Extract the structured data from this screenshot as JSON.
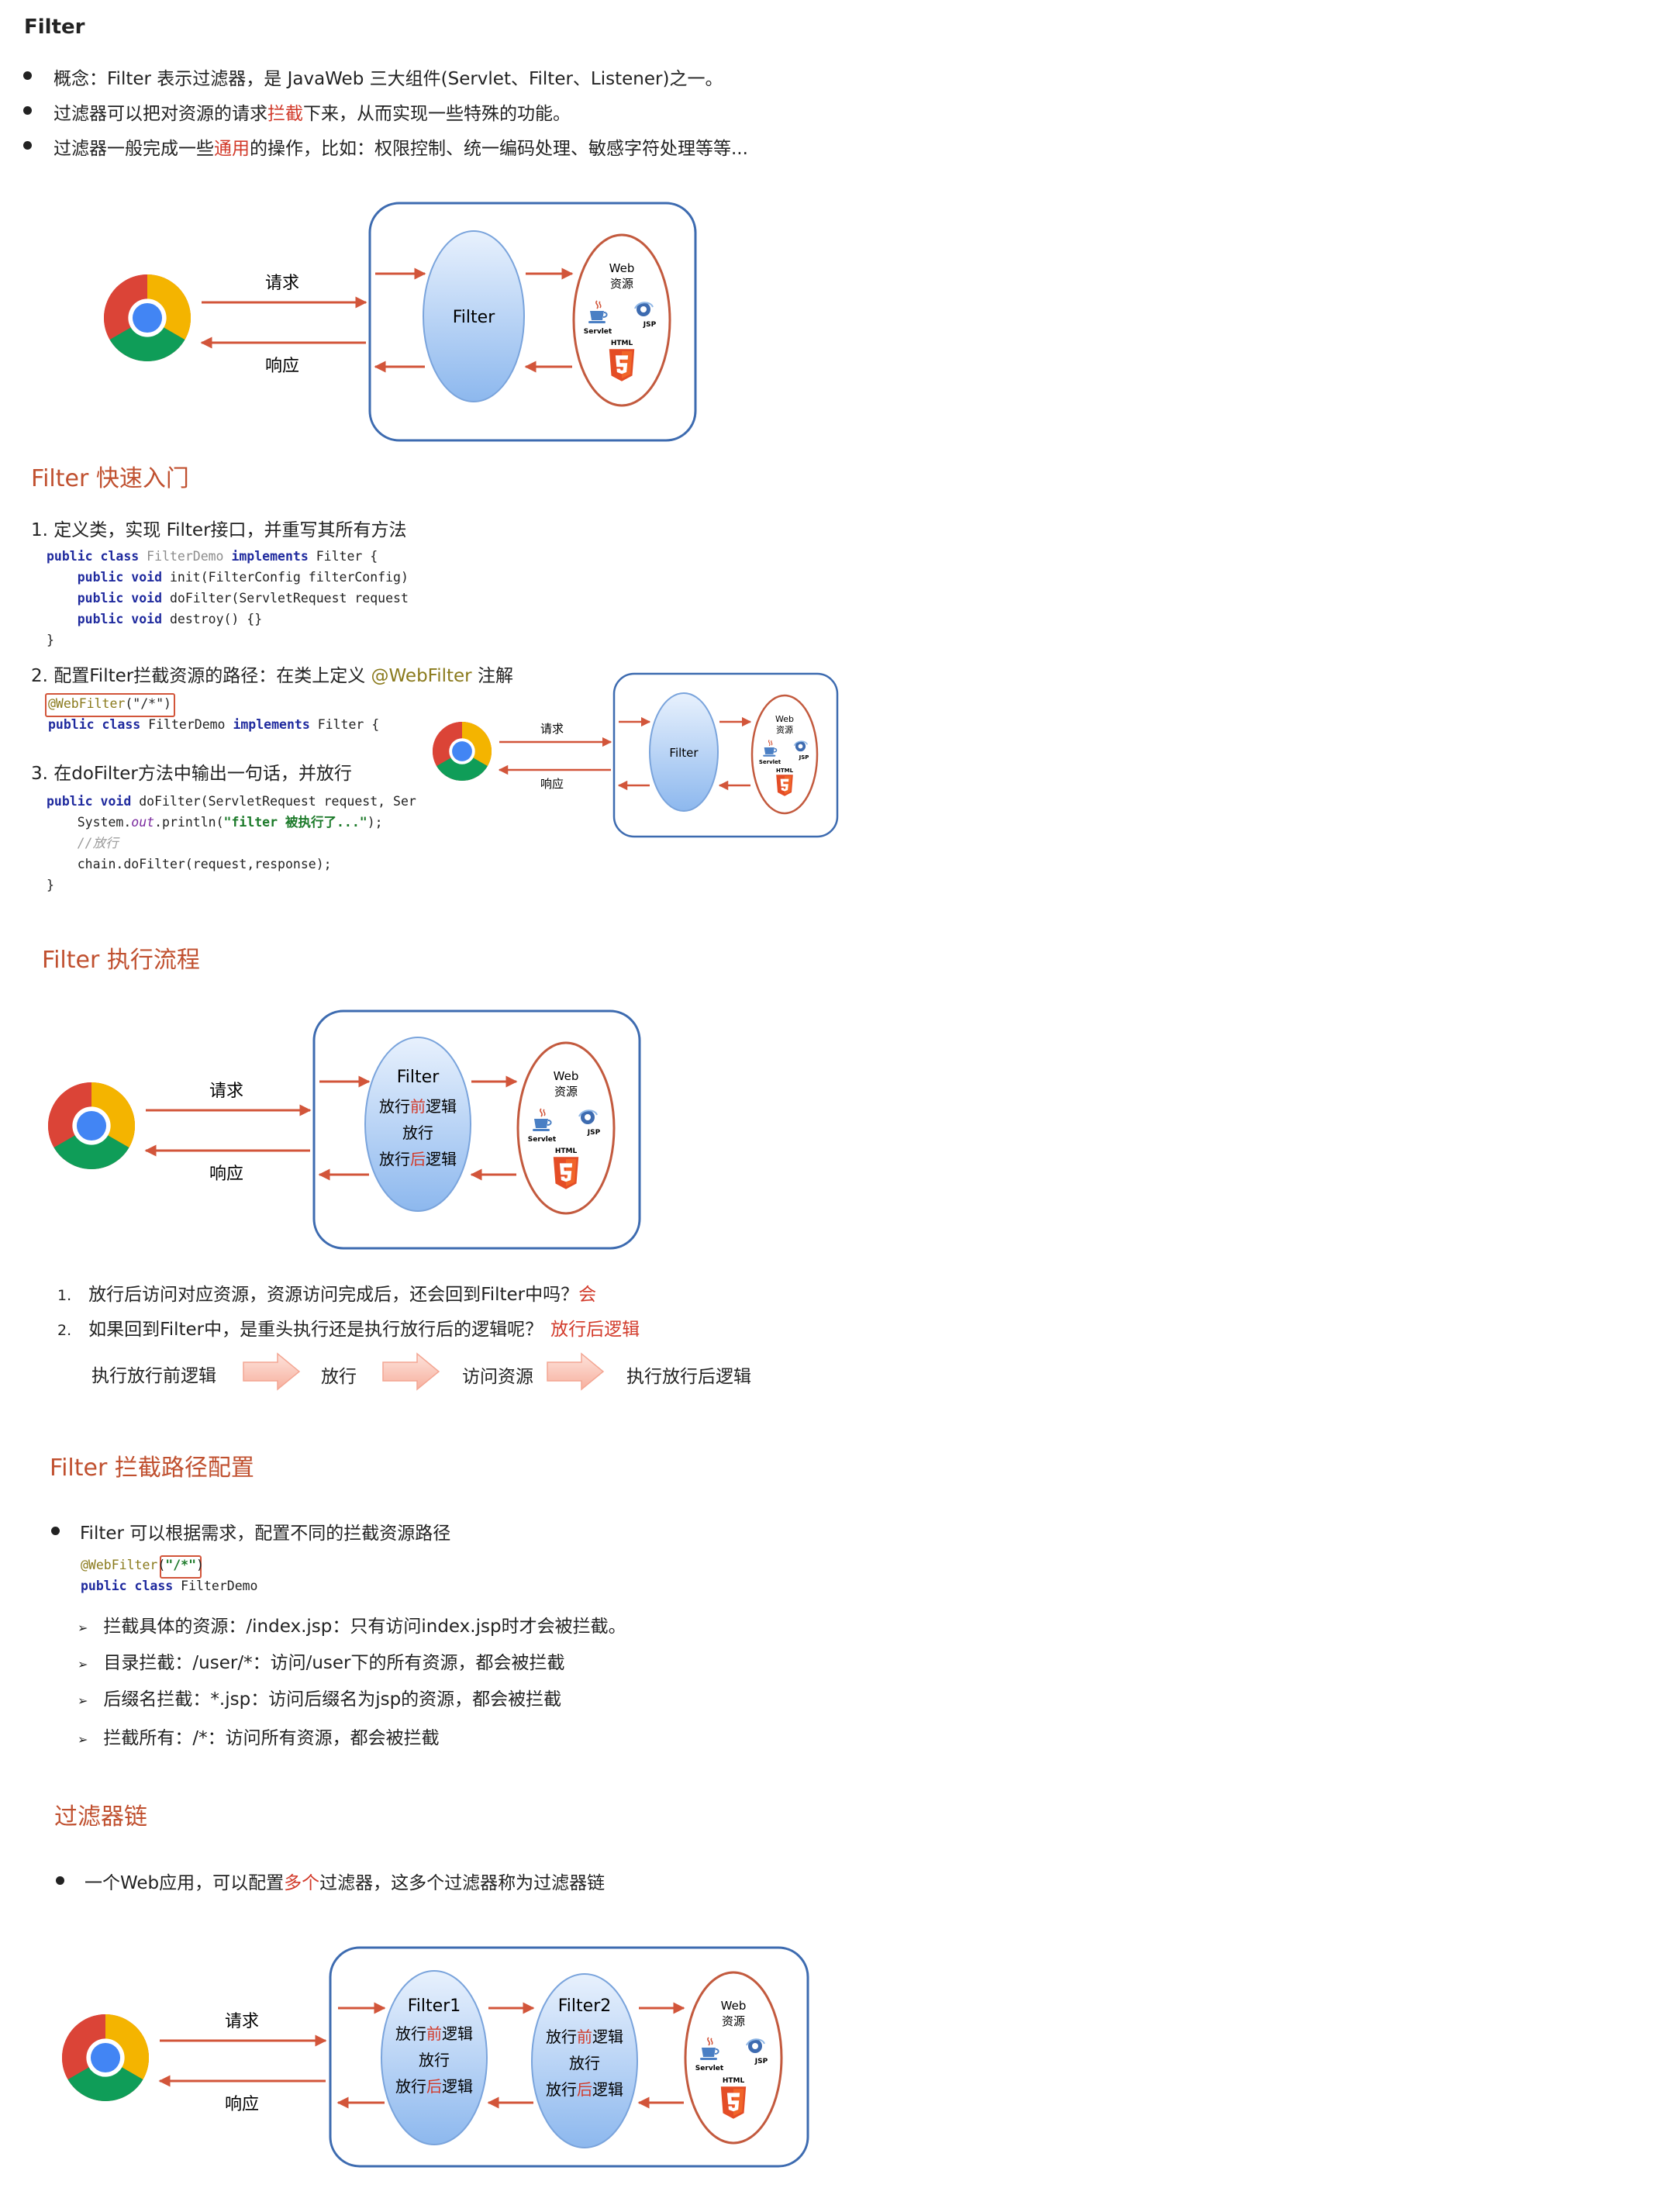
{
  "page_title": "Filter",
  "intro": {
    "b1": "概念：Filter 表示过滤器，是 JavaWeb 三大组件(Servlet、Filter、Listener)之一。",
    "b2_pre": "过滤器可以把对资源的请求",
    "b2_hl": "拦截",
    "b2_post": "下来，从而实现一些特殊的功能。",
    "b3_pre": "过滤器一般完成一些",
    "b3_hl": "通用",
    "b3_post": "的操作，比如：权限控制、统一编码处理、敏感字符处理等等..."
  },
  "diagram": {
    "request": "请求",
    "response": "响应",
    "filter": "Filter",
    "web": "Web",
    "resource": "资源",
    "servlet": "Servlet",
    "jsp": "JSP",
    "html": "HTML",
    "pass_before_pre": "放行",
    "pass_before_hl": "前",
    "pass_before_post": "逻辑",
    "pass": "放行",
    "pass_after_pre": "放行",
    "pass_after_hl": "后",
    "pass_after_post": "逻辑",
    "filter1": "Filter1",
    "filter2": "Filter2"
  },
  "quickstart": {
    "heading": "Filter 快速入门",
    "step1": "1. 定义类，实现 Filter接口，并重写其所有方法",
    "code1_l1_kw1": "public class",
    "code1_l1_name": " FilterDemo ",
    "code1_l1_kw2": "implements",
    "code1_l1_rest": " Filter {",
    "code1_l2_kw": "public void",
    "code1_l2_rest": " init(FilterConfig filterConfig)",
    "code1_l3_kw": "public void",
    "code1_l3_rest": " doFilter(ServletRequest request",
    "code1_l4_kw": "public void",
    "code1_l4_rest": " destroy() {}",
    "code1_l5": "}",
    "step2_pre": "2. 配置Filter拦截资源的路径：在类上定义 ",
    "step2_ann": "@WebFilter",
    "step2_post": " 注解",
    "code2_ann": "@WebFilter",
    "code2_str": "(\"/*\")",
    "code2_l2_kw1": "public class",
    "code2_l2_mid": " FilterDemo ",
    "code2_l2_kw2": "implements",
    "code2_l2_rest": " Filter {",
    "step3": "3. 在doFilter方法中输出一句话，并放行",
    "code3_l1_kw": "public void",
    "code3_l1_rest": " doFilter(ServletRequest request, Ser",
    "code3_l2_pre": "System.",
    "code3_l2_out": "out",
    "code3_l2_mid": ".println(",
    "code3_l2_str": "\"filter 被执行了...\"",
    "code3_l2_post": ");",
    "code3_l3": "//放行",
    "code3_l4": "chain.doFilter(request,response);",
    "code3_l5": "}"
  },
  "flow": {
    "heading": "Filter 执行流程",
    "q1_num": "1.",
    "q1": "放行后访问对应资源，资源访问完成后，还会回到Filter中吗？",
    "q1_ans": "会",
    "q2_num": "2.",
    "q2": "如果回到Filter中，是重头执行还是执行放行后的逻辑呢？",
    "q2_ans": "放行后逻辑",
    "steps": [
      "执行放行前逻辑",
      "放行",
      "访问资源",
      "执行放行后逻辑"
    ]
  },
  "path": {
    "heading": "Filter 拦截路径配置",
    "bullet": "Filter 可以根据需求，配置不同的拦截资源路径",
    "code_ann": "@WebFilter",
    "code_open": "(",
    "code_str": "\"/*\"",
    "code_close": ")",
    "code_l2_kw": "public class",
    "code_l2_rest": " FilterDemo",
    "items": [
      "拦截具体的资源：/index.jsp：只有访问index.jsp时才会被拦截。",
      "目录拦截：/user/*：访问/user下的所有资源，都会被拦截",
      "后缀名拦截：*.jsp：访问后缀名为jsp的资源，都会被拦截",
      "拦截所有：/*：访问所有资源，都会被拦截"
    ]
  },
  "chain": {
    "heading": "过滤器链",
    "bullet_pre": "一个Web应用，可以配置",
    "bullet_hl": "多个",
    "bullet_post": "过滤器，这多个过滤器称为过滤器链"
  },
  "colors": {
    "accent": "#c0502f",
    "box_border": "#3d6bb0",
    "ellipse_border": "#c35a3e",
    "arrow": "#d2553a"
  }
}
